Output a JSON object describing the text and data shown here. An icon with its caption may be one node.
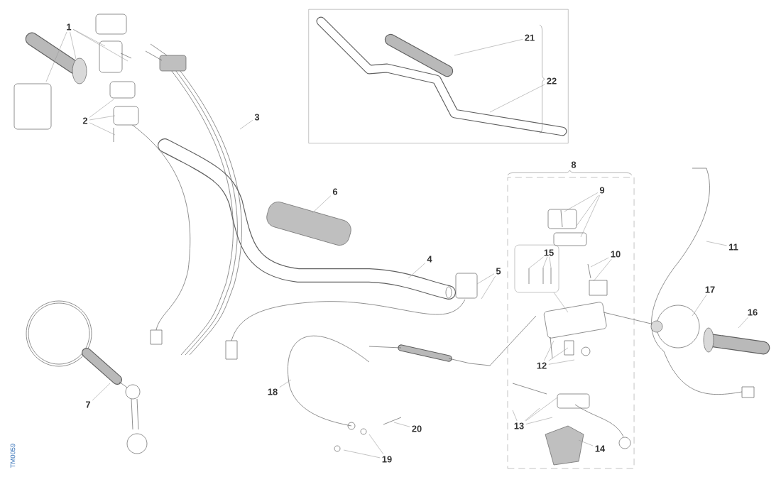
{
  "diagram": {
    "nodes": [
      {
        "text": [
          "1"
        ]
      },
      {
        "text": [
          "2"
        ]
      },
      {
        "text": [],
        "shape": "box"
      },
      {
        "text": [
          "21"
        ],
        "in": 2
      },
      {
        "text": [
          "22"
        ],
        "in": 2
      },
      {
        "text": [
          "3"
        ]
      },
      {
        "text": [
          "6"
        ]
      },
      {
        "text": [
          "8"
        ]
      },
      {
        "text": [
          "9"
        ],
        "in": 7
      },
      {
        "text": [
          "11"
        ]
      },
      {
        "text": [
          "15"
        ],
        "in": 7
      },
      {
        "text": [
          "10"
        ],
        "in": 7
      },
      {
        "text": [
          "4"
        ]
      },
      {
        "text": [
          "5"
        ]
      },
      {
        "text": [
          "17"
        ]
      },
      {
        "text": [
          "16"
        ]
      },
      {
        "text": [
          "12"
        ],
        "in": 7
      },
      {
        "text": [
          "18"
        ]
      },
      {
        "text": [
          "7"
        ]
      },
      {
        "text": [
          "13"
        ],
        "in": 7
      },
      {
        "text": [
          "20"
        ]
      },
      {
        "text": [
          "14"
        ],
        "in": 7
      },
      {
        "text": [
          "19"
        ]
      }
    ],
    "edges": [
      {
        "from": 0,
        "to": null,
        "arrow": "none"
      },
      {
        "from": 0,
        "to": null,
        "arrow": "none"
      },
      {
        "from": 0,
        "to": null,
        "arrow": "none"
      },
      {
        "from": 0,
        "to": null,
        "arrow": "none"
      },
      {
        "from": 1,
        "to": null,
        "arrow": "none"
      },
      {
        "from": 1,
        "to": null,
        "arrow": "none"
      },
      {
        "from": 1,
        "to": null,
        "arrow": "none"
      },
      {
        "from": 3,
        "to": null,
        "arrow": "none"
      },
      {
        "from": 4,
        "to": null,
        "arrow": "none"
      },
      {
        "from": 5,
        "to": null,
        "arrow": "none"
      },
      {
        "from": 6,
        "to": null,
        "arrow": "none"
      },
      {
        "from": 8,
        "to": null,
        "arrow": "none"
      },
      {
        "from": 8,
        "to": null,
        "arrow": "none"
      },
      {
        "from": 8,
        "to": null,
        "arrow": "none"
      },
      {
        "from": 9,
        "to": null,
        "arrow": "none"
      },
      {
        "from": 10,
        "to": null,
        "arrow": "none"
      },
      {
        "from": 10,
        "to": null,
        "arrow": "none"
      },
      {
        "from": 10,
        "to": null,
        "arrow": "none"
      },
      {
        "from": 10,
        "to": null,
        "arrow": "none"
      },
      {
        "from": 11,
        "to": null,
        "arrow": "none"
      },
      {
        "from": 11,
        "to": null,
        "arrow": "none"
      },
      {
        "from": 12,
        "to": null,
        "arrow": "none"
      },
      {
        "from": 13,
        "to": null,
        "arrow": "none"
      },
      {
        "from": 13,
        "to": null,
        "arrow": "none"
      },
      {
        "from": 14,
        "to": null,
        "arrow": "none"
      },
      {
        "from": 15,
        "to": null,
        "arrow": "none"
      },
      {
        "from": 16,
        "to": null,
        "arrow": "none"
      },
      {
        "from": 16,
        "to": null,
        "arrow": "none"
      },
      {
        "from": 16,
        "to": null,
        "arrow": "none"
      },
      {
        "from": 17,
        "to": null,
        "arrow": "none"
      },
      {
        "from": 18,
        "to": null,
        "arrow": "none"
      },
      {
        "from": 19,
        "to": null,
        "arrow": "none"
      },
      {
        "from": 19,
        "to": null,
        "arrow": "none"
      },
      {
        "from": 19,
        "to": null,
        "arrow": "none"
      },
      {
        "from": 19,
        "to": null,
        "arrow": "none"
      },
      {
        "from": 20,
        "to": null,
        "arrow": "none"
      },
      {
        "from": 21,
        "to": null,
        "arrow": "none"
      },
      {
        "from": 22,
        "to": null,
        "arrow": "none"
      },
      {
        "from": 22,
        "to": null,
        "arrow": "none"
      }
    ],
    "labels": [
      "TM0059"
    ]
  }
}
